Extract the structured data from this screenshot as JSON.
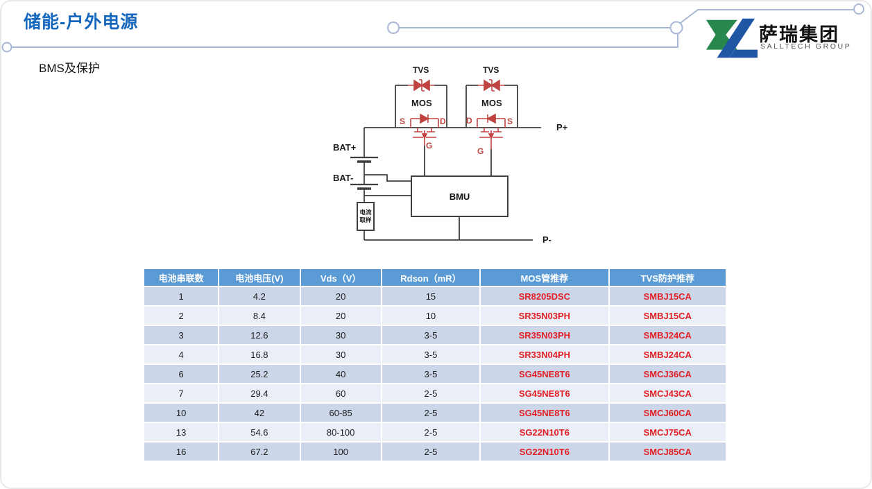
{
  "theme": {
    "accent": "#1568bd",
    "deco": "#a9b7d6",
    "wire": "#3f3f3f",
    "devred": "#bf4340",
    "thbg": "#5b9bd5",
    "rowdark": "#ccd6e9",
    "rowlight": "#eaeef6",
    "tablered": "#e21f24",
    "logo_green": "#27874d",
    "logo_blue": "#2156a5"
  },
  "header": {
    "title": "储能-户外电源",
    "subtitle": "BMS及保护",
    "logo_cn": "萨瑞集团",
    "logo_en": "SALLTECH GROUP"
  },
  "diagram": {
    "tvs1": "TVS",
    "tvs2": "TVS",
    "mos1": "MOS",
    "mos2": "MOS",
    "s1": "S",
    "d1": "D",
    "g1": "G",
    "d2": "D",
    "s2": "S",
    "g2": "G",
    "bat_plus": "BAT+",
    "bat_minus": "BAT-",
    "bmu": "BMU",
    "current_sample_line1": "电流",
    "current_sample_line2": "取样",
    "p_plus": "P+",
    "p_minus": "P-"
  },
  "table": {
    "columns": [
      "电池串联数",
      "电池电压(V)",
      "Vds（V）",
      "Rdson（mR）",
      "MOS管推荐",
      "TVS防护推荐"
    ],
    "rows": [
      [
        "1",
        "4.2",
        "20",
        "15",
        "SR8205DSC",
        "SMBJ15CA"
      ],
      [
        "2",
        "8.4",
        "20",
        "10",
        "SR35N03PH",
        "SMBJ15CA"
      ],
      [
        "3",
        "12.6",
        "30",
        "3-5",
        "SR35N03PH",
        "SMBJ24CA"
      ],
      [
        "4",
        "16.8",
        "30",
        "3-5",
        "SR33N04PH",
        "SMBJ24CA"
      ],
      [
        "6",
        "25.2",
        "40",
        "3-5",
        "SG45NE8T6",
        "SMCJ36CA"
      ],
      [
        "7",
        "29.4",
        "60",
        "2-5",
        "SG45NE8T6",
        "SMCJ43CA"
      ],
      [
        "10",
        "42",
        "60-85",
        "2-5",
        "SG45NE8T6",
        "SMCJ60CA"
      ],
      [
        "13",
        "54.6",
        "80-100",
        "2-5",
        "SG22N10T6",
        "SMCJ75CA"
      ],
      [
        "16",
        "67.2",
        "100",
        "2-5",
        "SG22N10T6",
        "SMCJ85CA"
      ]
    ]
  }
}
